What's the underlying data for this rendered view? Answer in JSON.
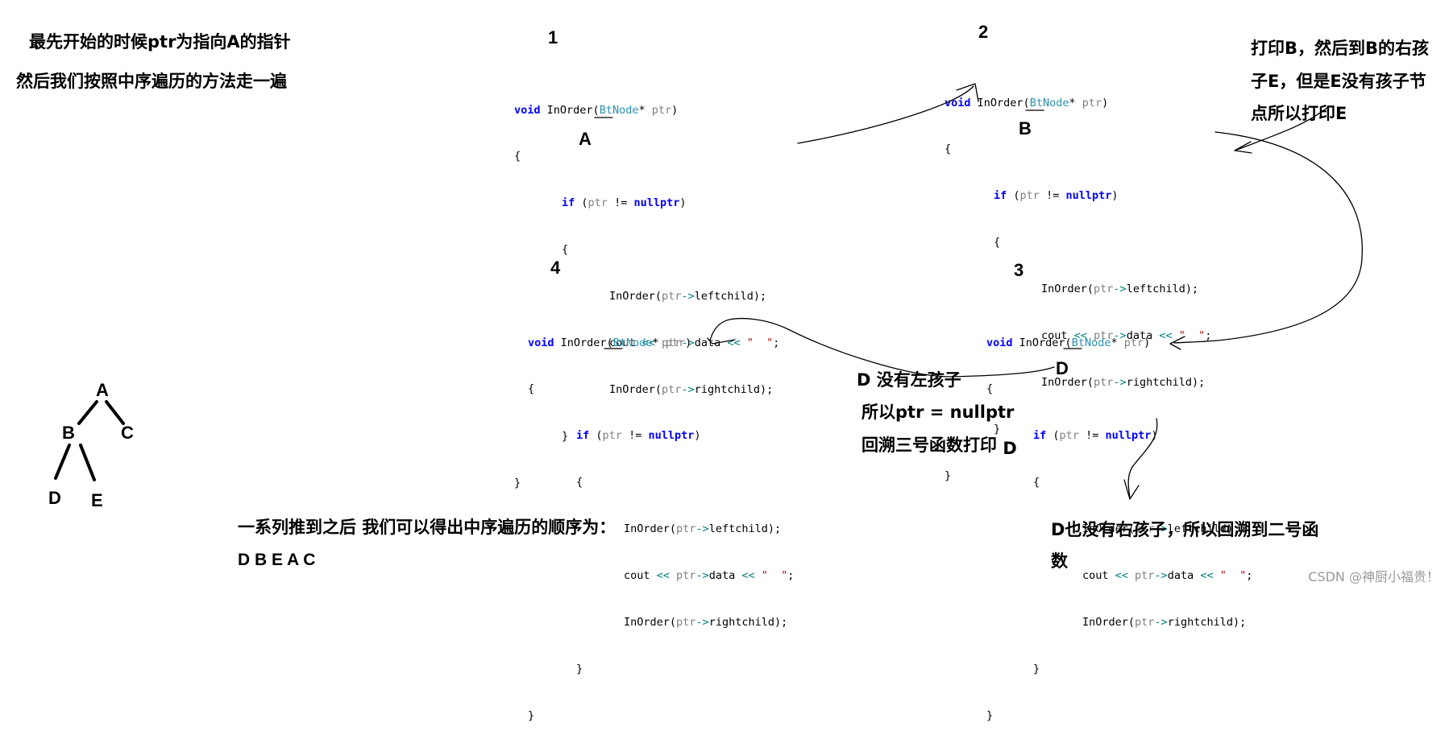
{
  "intro": {
    "line1": "最先开始的时候ptr为指向A的指针",
    "line2": "然后我们按照中序遍历的方法走一遍"
  },
  "code": {
    "sig_void": "void",
    "sig_func": "InOrder(",
    "sig_type": "BtNode",
    "sig_star": "* ",
    "sig_param": "ptr",
    "sig_close": ")",
    "open_brace": "{",
    "close_brace": "}",
    "if_kw": "if",
    "if_paren": "(",
    "if_ptr": "ptr",
    "if_ne": " != ",
    "if_null": "nullptr",
    "if_close": ")",
    "l1_a": "InOrder(",
    "l1_ptr": "ptr",
    "l1_arrow": "->",
    "l1_b": "leftchild);",
    "l2_cout": "cout ",
    "l2_shl1": "<<",
    "l2_ptr": " ptr",
    "l2_arrow": "->",
    "l2_data": "data ",
    "l2_shl2": "<<",
    "l2_str": " \"  \"",
    "l2_semi": ";",
    "l3_a": "InOrder(",
    "l3_ptr": "ptr",
    "l3_arrow": "->",
    "l3_b": "rightchild);"
  },
  "panels": [
    {
      "number": "1",
      "marker": "A"
    },
    {
      "number": "2",
      "marker": "B"
    },
    {
      "number": "3",
      "marker": "D"
    },
    {
      "number": "4",
      "marker": ""
    }
  ],
  "notes": {
    "b_print_1": "打印B，然后到B的右孩",
    "b_print_2": "子E，但是E没有孩子节",
    "b_print_3": "点所以打印E",
    "d_no_left_1": "D 没有左孩子",
    "d_no_left_2": "所以ptr = nullptr",
    "d_no_left_3": "回溯三号函数打印",
    "d_no_left_3b": "D",
    "d_no_right_1": "D也没有右孩子，所以回溯到二号函",
    "d_no_right_2": "数",
    "result_label": "一系列推到之后  我们可以得出中序遍历的顺序为：",
    "result_seq": "D  B  E  A  C"
  },
  "tree": {
    "nodes": [
      "A",
      "B",
      "C",
      "D",
      "E"
    ],
    "edges": [
      [
        "A",
        "B"
      ],
      [
        "A",
        "C"
      ],
      [
        "B",
        "D"
      ],
      [
        "B",
        "E"
      ]
    ]
  },
  "watermark": "CSDN @神厨小福贵！"
}
